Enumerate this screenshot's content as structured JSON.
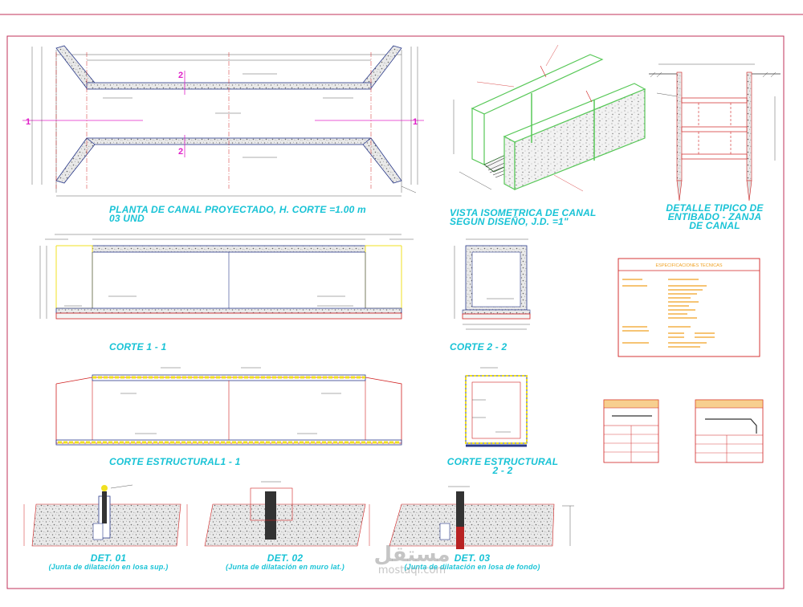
{
  "titles": {
    "planta_line1": "PLANTA DE CANAL PROYECTADO, H. CORTE =1.00 m",
    "planta_line2": "03 UND",
    "iso_line1": "VISTA ISOMETRICA DE CANAL",
    "iso_line2": "SEGUN DISEÑO, J.D. =1\"",
    "entibado_line1": "DETALLE TIPICO DE",
    "entibado_line2": "ENTIBADO - ZANJA",
    "entibado_line3": "DE CANAL",
    "corte11": "CORTE 1 - 1",
    "corte22": "CORTE 2 - 2",
    "cest11": "CORTE ESTRUCTURAL1 - 1",
    "cest22_line1": "CORTE ESTRUCTURAL",
    "cest22_line2": "2 - 2",
    "det01": "DET. 01",
    "det01_sub": "(Junta de dilatación en losa sup.)",
    "det02": "DET. 02",
    "det02_sub": "(Junta de dilatación en muro lat.)",
    "det03": "DET. 03",
    "det03_sub": "(Junta de dilatación en losa de fondo)"
  },
  "section_marks": {
    "one": "1",
    "two": "2"
  },
  "specs": {
    "heading": "ESPECIFICACIONES TECNICAS"
  },
  "watermark": {
    "arabic": "مستقل",
    "latin": "mostaqi.com"
  },
  "colors": {
    "title": "#19c3d6",
    "frame": "#c0305a",
    "section_mark": "#e020c8",
    "concrete_outline": "#2a3a8a",
    "dimension": "#222222",
    "iso_concrete": "#58c858",
    "rebar": "#d02020",
    "yellow": "#f0e020"
  }
}
